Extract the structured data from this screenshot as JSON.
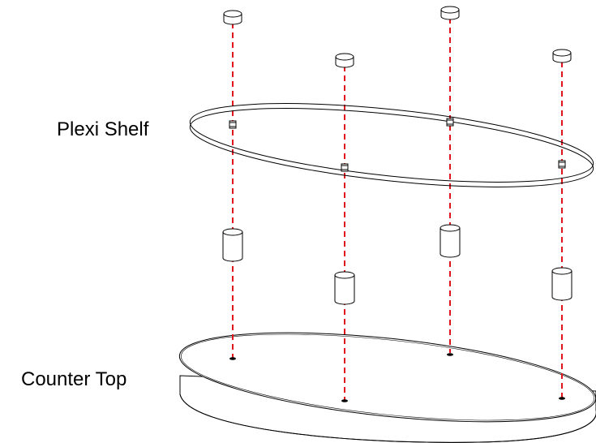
{
  "diagram": {
    "labels": {
      "shelf": "Plexi Shelf",
      "counter": "Counter Top"
    },
    "colors": {
      "line": "#000000",
      "guide": "#e0151b",
      "background": "#ffffff"
    },
    "parts": {
      "caps": 4,
      "shelf_connectors": 4,
      "spacer_tubes": 4,
      "counter_holes": 4
    }
  }
}
